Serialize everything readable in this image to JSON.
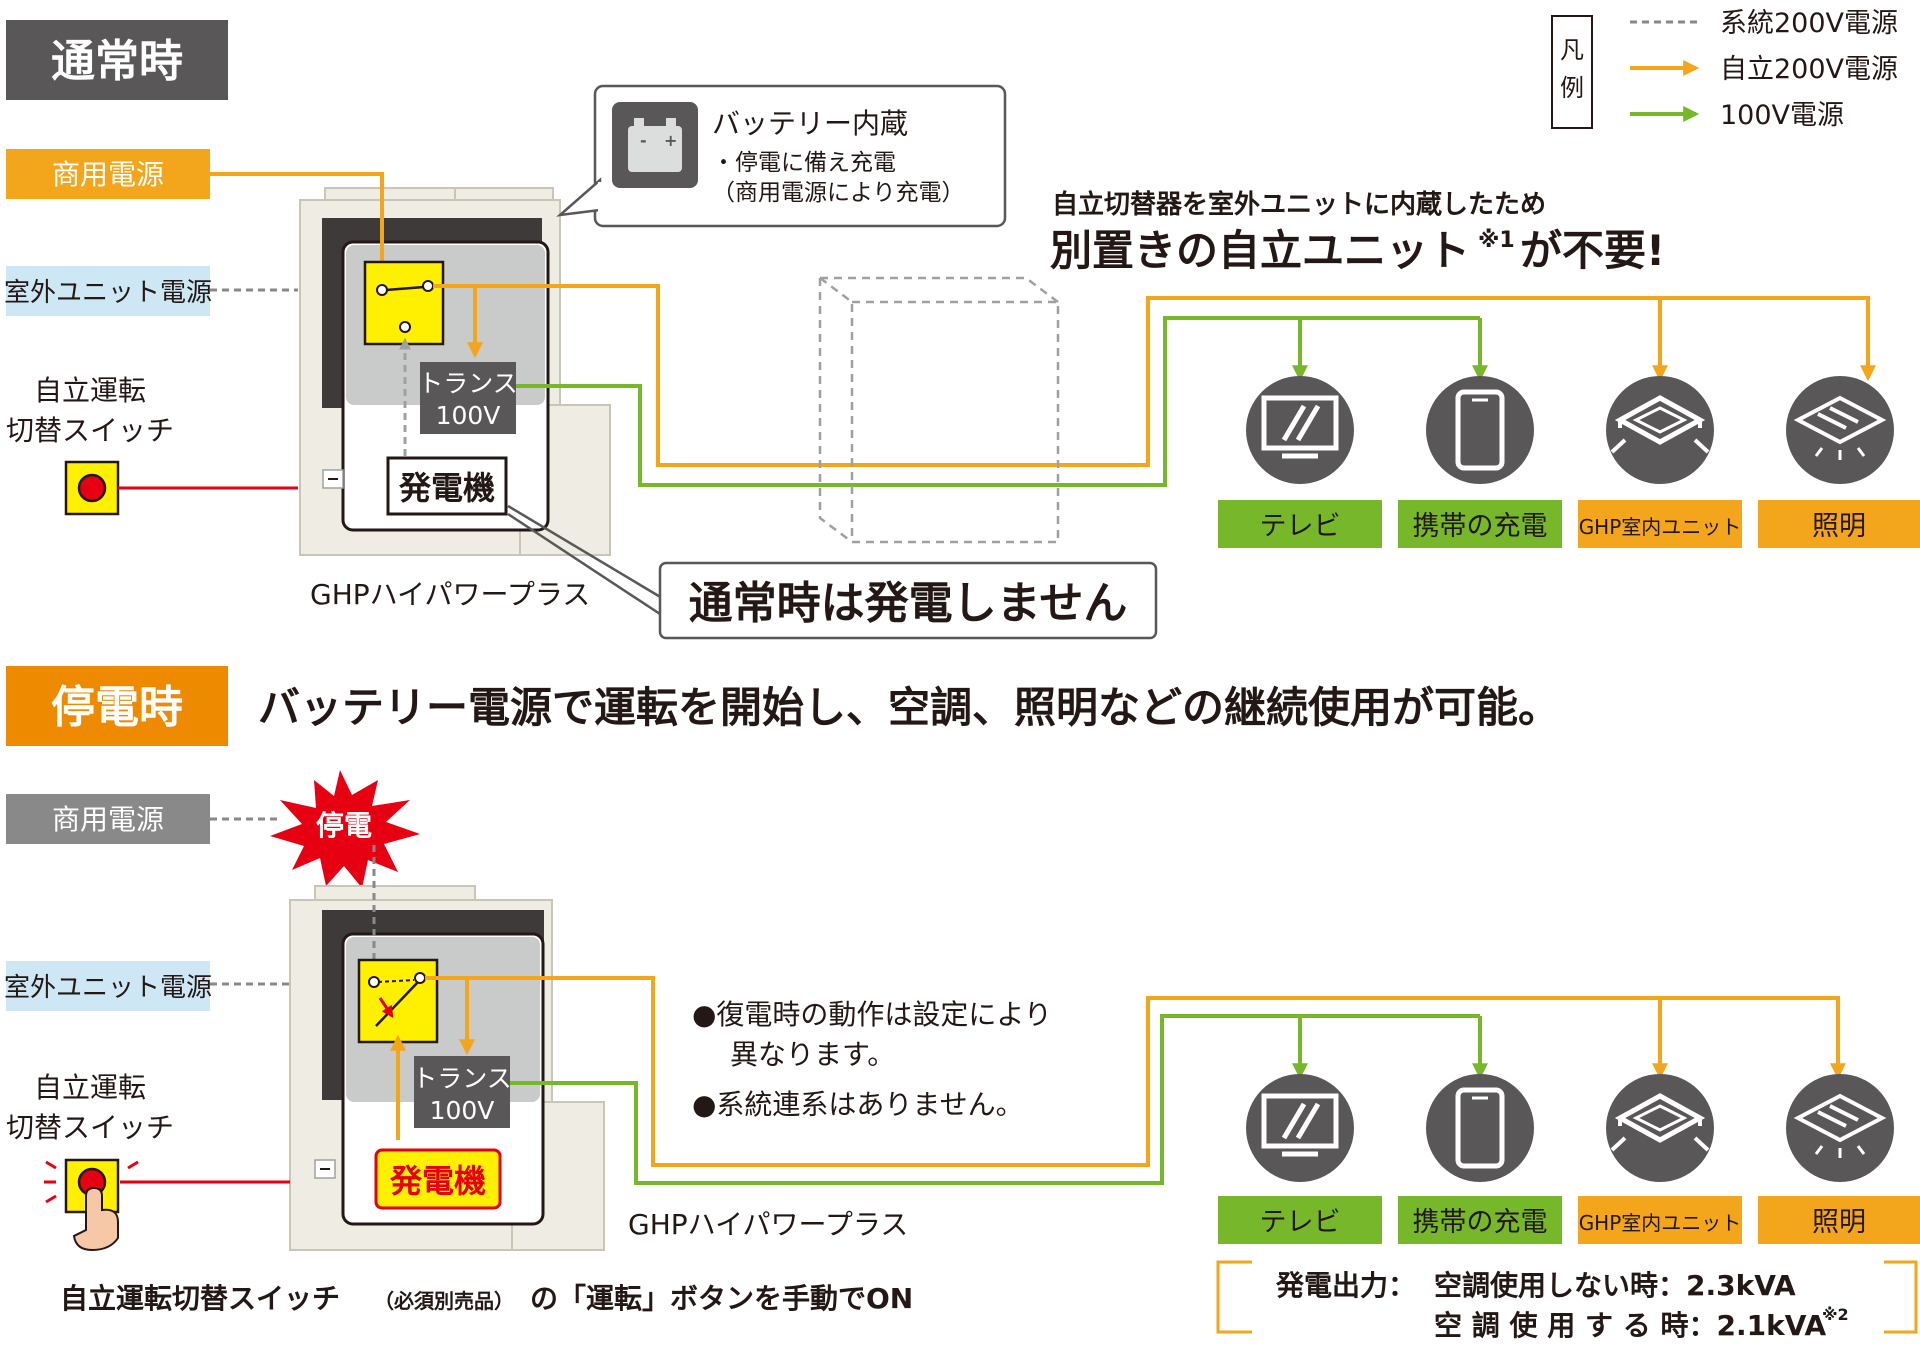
{
  "normal": {
    "section_label": "通常時",
    "commercial_power": "商用電源",
    "outdoor_unit_power": "室外ユニット電源",
    "switch_label_line1": "自立運転",
    "switch_label_line2": "切替スイッチ",
    "transformer_line1": "トランス",
    "transformer_line2": "100V",
    "generator": "発電機",
    "unit_name": "GHPハイパワープラス",
    "battery_title": "バッテリー内蔵",
    "battery_note_line1": "・停電に備え充電",
    "battery_note_line2": "（商用電源により充電）",
    "builtin_note": "自立切替器を室外ユニットに内蔵したため",
    "headline_a": "別置きの自立ユニット",
    "headline_sup": "※1",
    "headline_b": "が不要!",
    "callout": "通常時は発電しません",
    "devices": [
      "テレビ",
      "携帯の充電",
      "GHP室内ユニット",
      "照明"
    ]
  },
  "outage": {
    "section_label": "停電時",
    "headline": "バッテリー電源で運転を開始し、空調、照明などの継続使用が可能。",
    "commercial_power": "商用電源",
    "burst": "停電",
    "outdoor_unit_power": "室外ユニット電源",
    "switch_label_line1": "自立運転",
    "switch_label_line2": "切替スイッチ",
    "transformer_line1": "トランス",
    "transformer_line2": "100V",
    "generator": "発電機",
    "unit_name": "GHPハイパワープラス",
    "notes": [
      "●復電時の動作は設定により",
      "異なります。",
      "●系統連系はありません。"
    ],
    "switch_instruction_a": "自立運転切替スイッチ",
    "switch_instruction_small": "（必須別売品）",
    "switch_instruction_b": "の「運転」ボタンを手動でON",
    "devices": [
      "テレビ",
      "携帯の充電",
      "GHP室内ユニット",
      "照明"
    ],
    "output_label": "発電出力：",
    "output_row1": "空調使用しない時：2.3kVA",
    "output_row2": "空 調 使 用 す る 時：2.1kVA",
    "output_row2_sup": "※2"
  },
  "legend": {
    "title": "凡例",
    "items": [
      "系統200V電源",
      "自立200V電源",
      "100V電源"
    ]
  },
  "colors": {
    "orange": "#f3a51c",
    "green": "#76b82a",
    "dark_gray": "#4d4d4d",
    "mid_gray": "#898989",
    "light_blue": "#cde7f4",
    "yellow": "#fff000",
    "red": "#e60012",
    "outage_orange": "#ee8a00",
    "unit_beige": "#efede3"
  }
}
